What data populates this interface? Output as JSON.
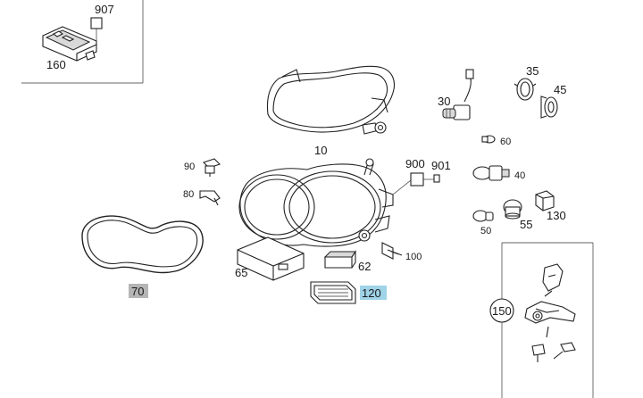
{
  "diagram": {
    "accent_colors": {
      "highlight_blue": "#9fd3e8",
      "highlight_grey": "#b5b5b5"
    },
    "labels": {
      "p907": "907",
      "p160": "160",
      "p10": "10",
      "p30": "30",
      "p35": "35",
      "p45": "45",
      "p60": "60",
      "p90": "90",
      "p80": "80",
      "p900": "900",
      "p901": "901",
      "p40": "40",
      "p130": "130",
      "p50": "50",
      "p55": "55",
      "p70": "70",
      "p65": "65",
      "p62": "62",
      "p100": "100",
      "p120": "120",
      "p150": "150"
    },
    "highlighted": [
      "70",
      "120"
    ]
  }
}
